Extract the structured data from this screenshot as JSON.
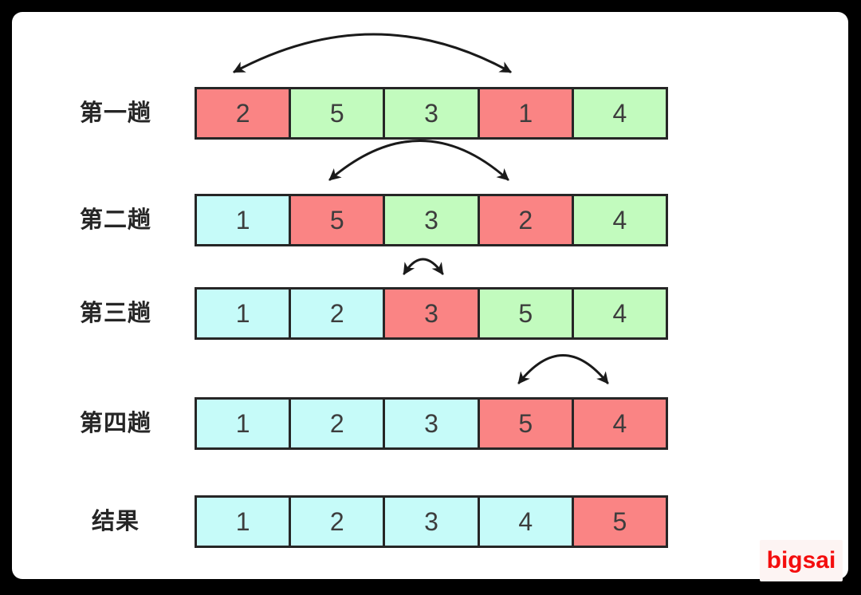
{
  "colors": {
    "red": "#FA8484",
    "green": "#C2FBBE",
    "cyan": "#C6FBF9",
    "cell_border": "#262626",
    "arrow": "#1A1A1A"
  },
  "rows": [
    {
      "label": "第一趟",
      "cells": [
        {
          "value": "2",
          "color": "red"
        },
        {
          "value": "5",
          "color": "green"
        },
        {
          "value": "3",
          "color": "green"
        },
        {
          "value": "1",
          "color": "red"
        },
        {
          "value": "4",
          "color": "green"
        }
      ],
      "swap": {
        "from_index": 0,
        "to_index": 3
      }
    },
    {
      "label": "第二趟",
      "cells": [
        {
          "value": "1",
          "color": "cyan"
        },
        {
          "value": "5",
          "color": "red"
        },
        {
          "value": "3",
          "color": "green"
        },
        {
          "value": "2",
          "color": "red"
        },
        {
          "value": "4",
          "color": "green"
        }
      ],
      "swap": {
        "from_index": 1,
        "to_index": 3
      }
    },
    {
      "label": "第三趟",
      "cells": [
        {
          "value": "1",
          "color": "cyan"
        },
        {
          "value": "2",
          "color": "cyan"
        },
        {
          "value": "3",
          "color": "red"
        },
        {
          "value": "5",
          "color": "green"
        },
        {
          "value": "4",
          "color": "green"
        }
      ],
      "swap": {
        "from_index": 2,
        "to_index": 2
      }
    },
    {
      "label": "第四趟",
      "cells": [
        {
          "value": "1",
          "color": "cyan"
        },
        {
          "value": "2",
          "color": "cyan"
        },
        {
          "value": "3",
          "color": "cyan"
        },
        {
          "value": "5",
          "color": "red"
        },
        {
          "value": "4",
          "color": "red"
        }
      ],
      "swap": {
        "from_index": 3,
        "to_index": 4
      }
    },
    {
      "label": "结果",
      "cells": [
        {
          "value": "1",
          "color": "cyan"
        },
        {
          "value": "2",
          "color": "cyan"
        },
        {
          "value": "3",
          "color": "cyan"
        },
        {
          "value": "4",
          "color": "cyan"
        },
        {
          "value": "5",
          "color": "red"
        }
      ],
      "swap": null
    }
  ],
  "watermark": {
    "label": "bigsai",
    "color": "#F40D0D",
    "background": "#FDF4F3"
  }
}
